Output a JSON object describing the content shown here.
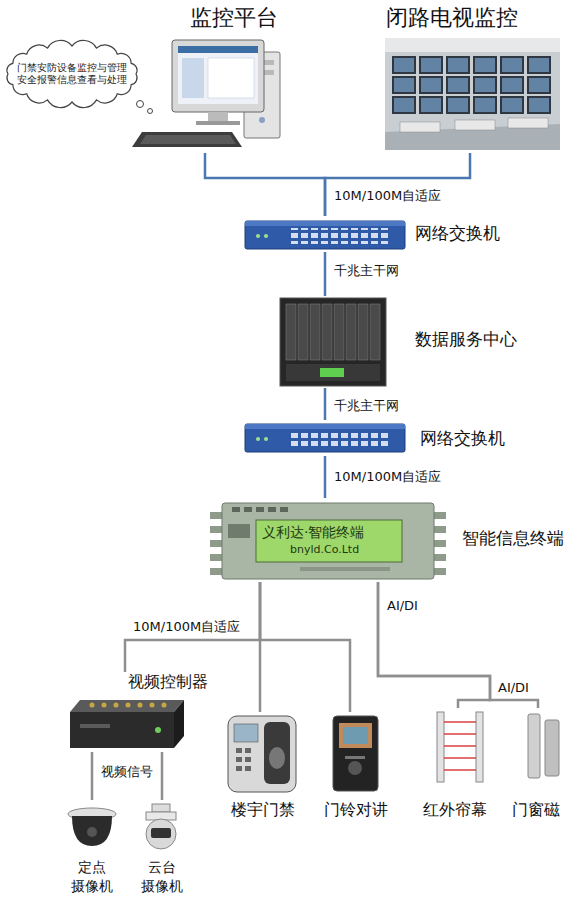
{
  "diagram": {
    "nodes": [
      {
        "text": [
          "门禁安防设备监控与管理 安全报警信息查看与处理"
        ]
      },
      {
        "text": [
          "监控平台"
        ]
      },
      {
        "text": [
          "闭路电视监控"
        ]
      },
      {
        "text": [
          "网络交换机"
        ]
      },
      {
        "text": [
          "数据服务中心"
        ]
      },
      {
        "text": [
          "网络交换机"
        ]
      },
      {
        "text": [
          "智能信息终端"
        ]
      },
      {
        "text": [
          "视频控制器"
        ]
      },
      {
        "text": [
          "楼宇门禁"
        ]
      },
      {
        "text": [
          "门铃对讲"
        ]
      },
      {
        "text": [
          "红外帘幕"
        ]
      },
      {
        "text": [
          "门窗磁"
        ]
      },
      {
        "text": [
          "定点 摄像机"
        ]
      },
      {
        "text": [
          "云台 摄像机"
        ]
      }
    ],
    "edges": [
      {
        "from": 1,
        "to": 3,
        "arrow": "none",
        "label": "10M/100M自适应"
      },
      {
        "from": 2,
        "to": 3,
        "arrow": "none"
      },
      {
        "from": 3,
        "to": 4,
        "arrow": "none",
        "label": "千兆主干网"
      },
      {
        "from": 4,
        "to": 5,
        "arrow": "none",
        "label": "千兆主干网"
      },
      {
        "from": 5,
        "to": 6,
        "arrow": "none",
        "label": "10M/100M自适应"
      },
      {
        "from": 6,
        "to": 7,
        "arrow": "none",
        "label": "10M/100M自适应"
      },
      {
        "from": 6,
        "to": 8,
        "arrow": "none"
      },
      {
        "from": 6,
        "to": 9,
        "arrow": "none"
      },
      {
        "from": 6,
        "to": 10,
        "arrow": "none",
        "label": "AI/DI"
      },
      {
        "from": 6,
        "to": 11,
        "arrow": "none",
        "label": "AI/DI"
      },
      {
        "from": 7,
        "to": 12,
        "arrow": "none",
        "label": "视频信号"
      },
      {
        "from": 7,
        "to": 13,
        "arrow": "none"
      }
    ],
    "labels": [
      "义利达·智能终端",
      "bnyld.Co.Ltd"
    ]
  }
}
